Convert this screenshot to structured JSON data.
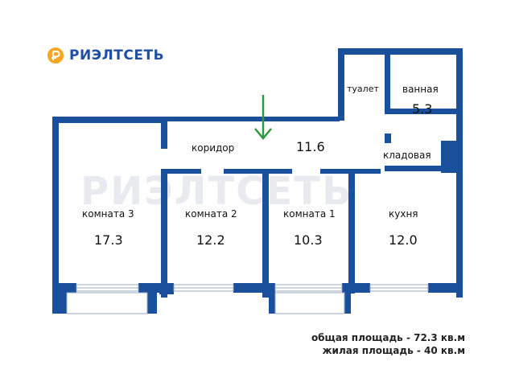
{
  "brand": {
    "logo_text": "РИЭЛТСЕТЬ",
    "watermark_text": "РИЭЛТСЕТЬ",
    "colors": {
      "wall": "#1a4f9b",
      "logo_orange": "#f5a623",
      "logo_blue": "#1e4fa0",
      "arrow": "#2e9a3e"
    }
  },
  "rooms": {
    "corridor": {
      "name": "коридор",
      "area": "11.6"
    },
    "toilet": {
      "name": "туалет"
    },
    "bathroom": {
      "name": "ванная",
      "area": "5.3"
    },
    "storage": {
      "name": "кладовая"
    },
    "room3": {
      "name": "комната 3",
      "area": "17.3"
    },
    "room2": {
      "name": "комната 2",
      "area": "12.2"
    },
    "room1": {
      "name": "комната 1",
      "area": "10.3"
    },
    "kitchen": {
      "name": "кухня",
      "area": "12.0"
    }
  },
  "totals": {
    "total": "общая площадь - 72.3 кв.м",
    "living": "жилая площадь - 40 кв.м"
  }
}
